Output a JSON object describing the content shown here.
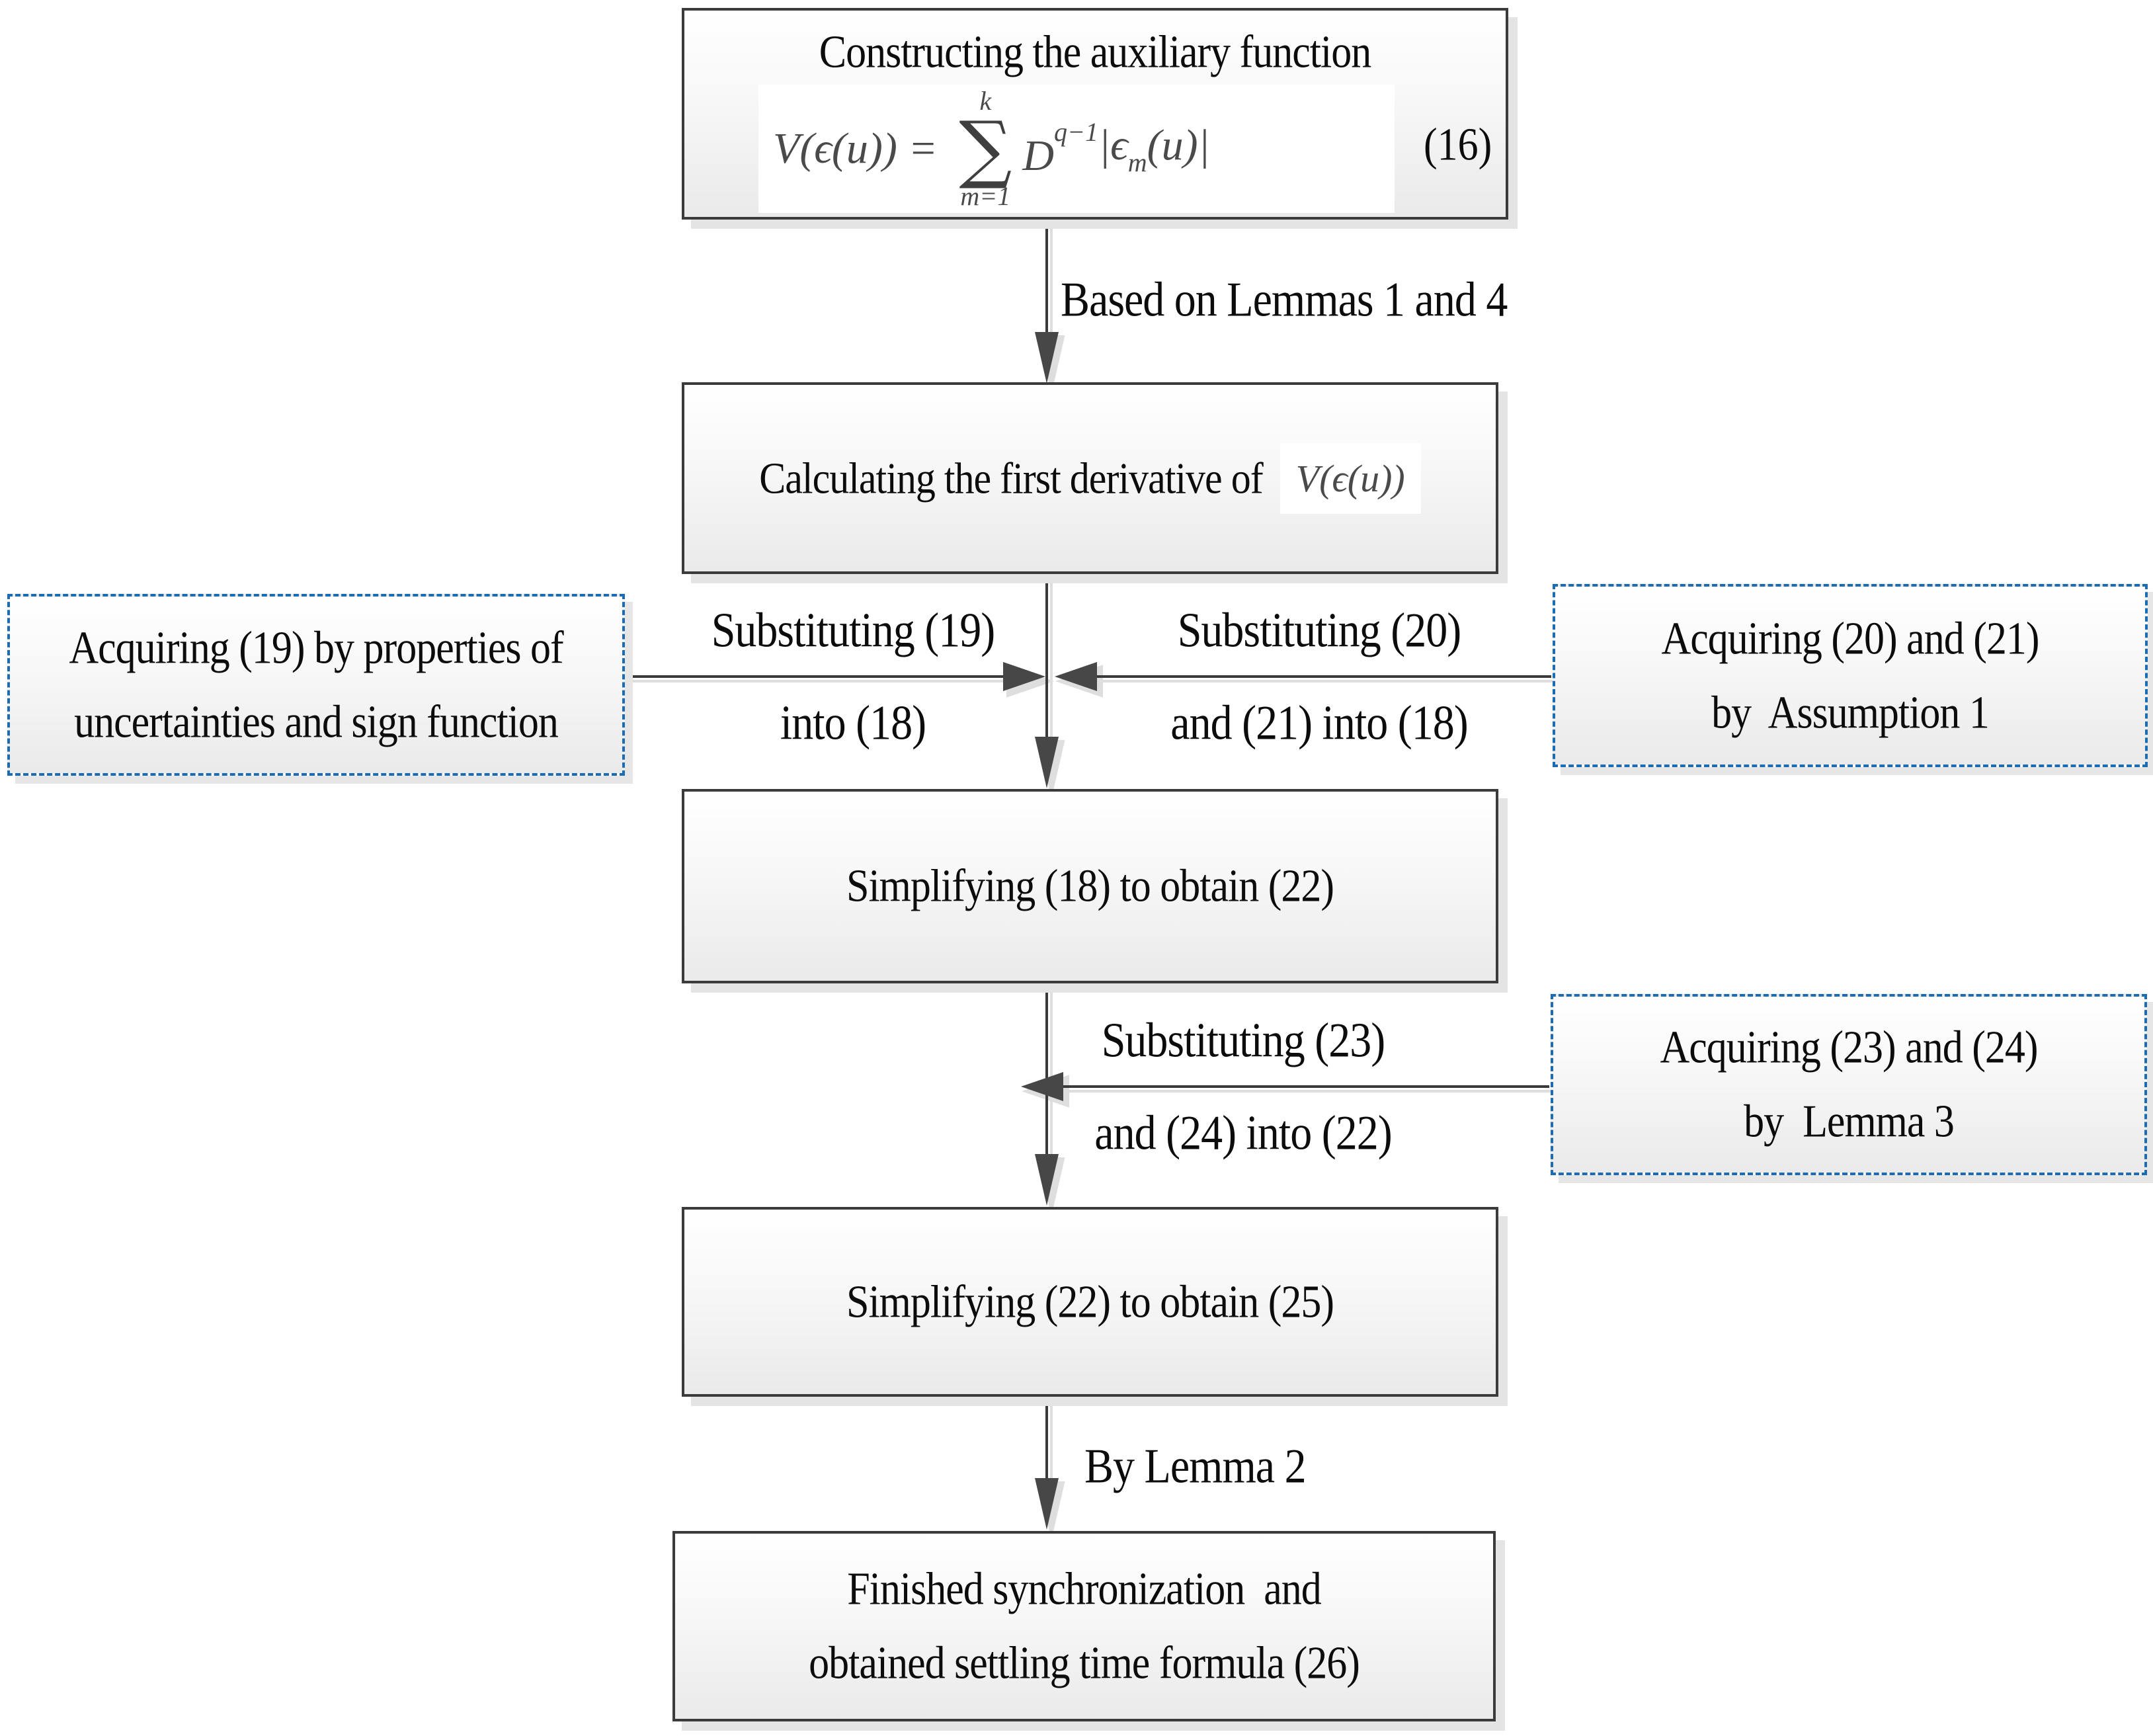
{
  "diagram": {
    "colors": {
      "box_border": "#3b3b3b",
      "dashed_border": "#1c6cb4",
      "arrow_line": "#3a3a3a",
      "shadow": "#e4e4e4",
      "formula_text": "#4a4a4a",
      "text": "#0c0c0c",
      "background": "#ffffff"
    },
    "nodes": {
      "construct": {
        "title": "Constructing the auxiliary function"
      },
      "formula16": {
        "lhs": "V(ϵ(u)) = ",
        "sum_upper": "k",
        "sum": "∑",
        "sum_lower": "m=1",
        "base": "D",
        "exp": "q−1",
        "abs_open": "|ϵ",
        "sub": "m",
        "tail": "(u)|",
        "number": "(16)"
      },
      "calc": {
        "label": "Calculating the first derivative of",
        "formula": "V(ϵ(u))"
      },
      "acquire19": {
        "line1": "Acquiring (19) by properties of",
        "line2": "uncertainties and sign function"
      },
      "acquire20_21": {
        "line1": "Acquiring (20) and (21)",
        "line2": "by  Assumption 1"
      },
      "simplify18": {
        "label": "Simplifying (18) to obtain (22)"
      },
      "acquire23_24": {
        "line1": "Acquiring (23) and (24)",
        "line2": "by  Lemma 3"
      },
      "simplify22": {
        "label": "Simplifying (22) to obtain (25)"
      },
      "finish": {
        "line1": "Finished synchronization  and",
        "line2": "obtained settling time formula (26)"
      }
    },
    "edge_labels": {
      "lemmas_1_4": "Based on Lemmas 1 and 4",
      "sub19_line1": "Substituting (19)",
      "sub19_line2": "into (18)",
      "sub20_21_line1": "Substituting (20)",
      "sub20_21_line2": "and (21) into (18)",
      "sub23_24_line1": "Substituting (23)",
      "sub23_24_line2": "and (24) into (22)",
      "lemma2": "By Lemma 2"
    }
  }
}
